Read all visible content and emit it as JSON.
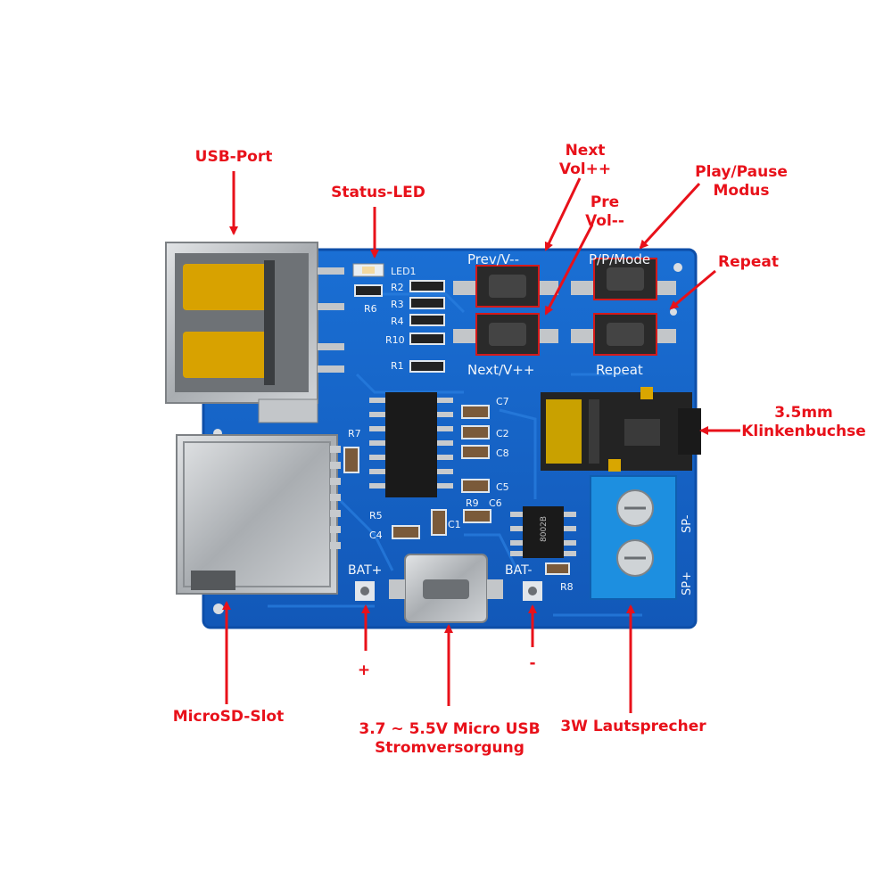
{
  "colors": {
    "board": "#1565c8",
    "board_edge": "#0d4ea8",
    "silkscreen": "#f2f6fb",
    "callout": "#e8111a",
    "terminal_block": "#1d8fe0",
    "chip": "#1a1a1a",
    "metal": "#b9bcbf",
    "gold": "#d8a200"
  },
  "callouts": {
    "usb_port": "USB-Port",
    "status_led": "Status-LED",
    "next_vol": [
      "Next",
      "Vol++"
    ],
    "pre_vol": [
      "Pre",
      "Vol--"
    ],
    "play_pause": [
      "Play/Pause",
      "Modus"
    ],
    "repeat": "Repeat",
    "jack": [
      "3.5mm",
      "Klinkenbuchse"
    ],
    "microsd": "MicroSD-Slot",
    "bat_plus": "+",
    "bat_minus": "-",
    "power": [
      "3.7 ~ 5.5V Micro USB",
      "Stromversorgung"
    ],
    "speaker": "3W Lautsprecher"
  },
  "silkscreen": {
    "prev": "Prev/V--",
    "pp_mode": "P/P/Mode",
    "next": "Next/V++",
    "repeat": "Repeat",
    "led1": "LED1",
    "r2": "R2",
    "r3": "R3",
    "r4": "R4",
    "r10": "R10",
    "r1": "R1",
    "r6": "R6",
    "r7": "R7",
    "r5": "R5",
    "c4": "C4",
    "c1": "C1",
    "r9": "R9",
    "c6": "C6",
    "c7": "C7",
    "c2": "C2",
    "c8": "C8",
    "c5": "C5",
    "r8": "R8",
    "bat_plus": "BAT+",
    "bat_minus": "BAT-",
    "sp_minus": "SP-",
    "sp_plus": "SP+",
    "amp_chip": "8002B"
  }
}
